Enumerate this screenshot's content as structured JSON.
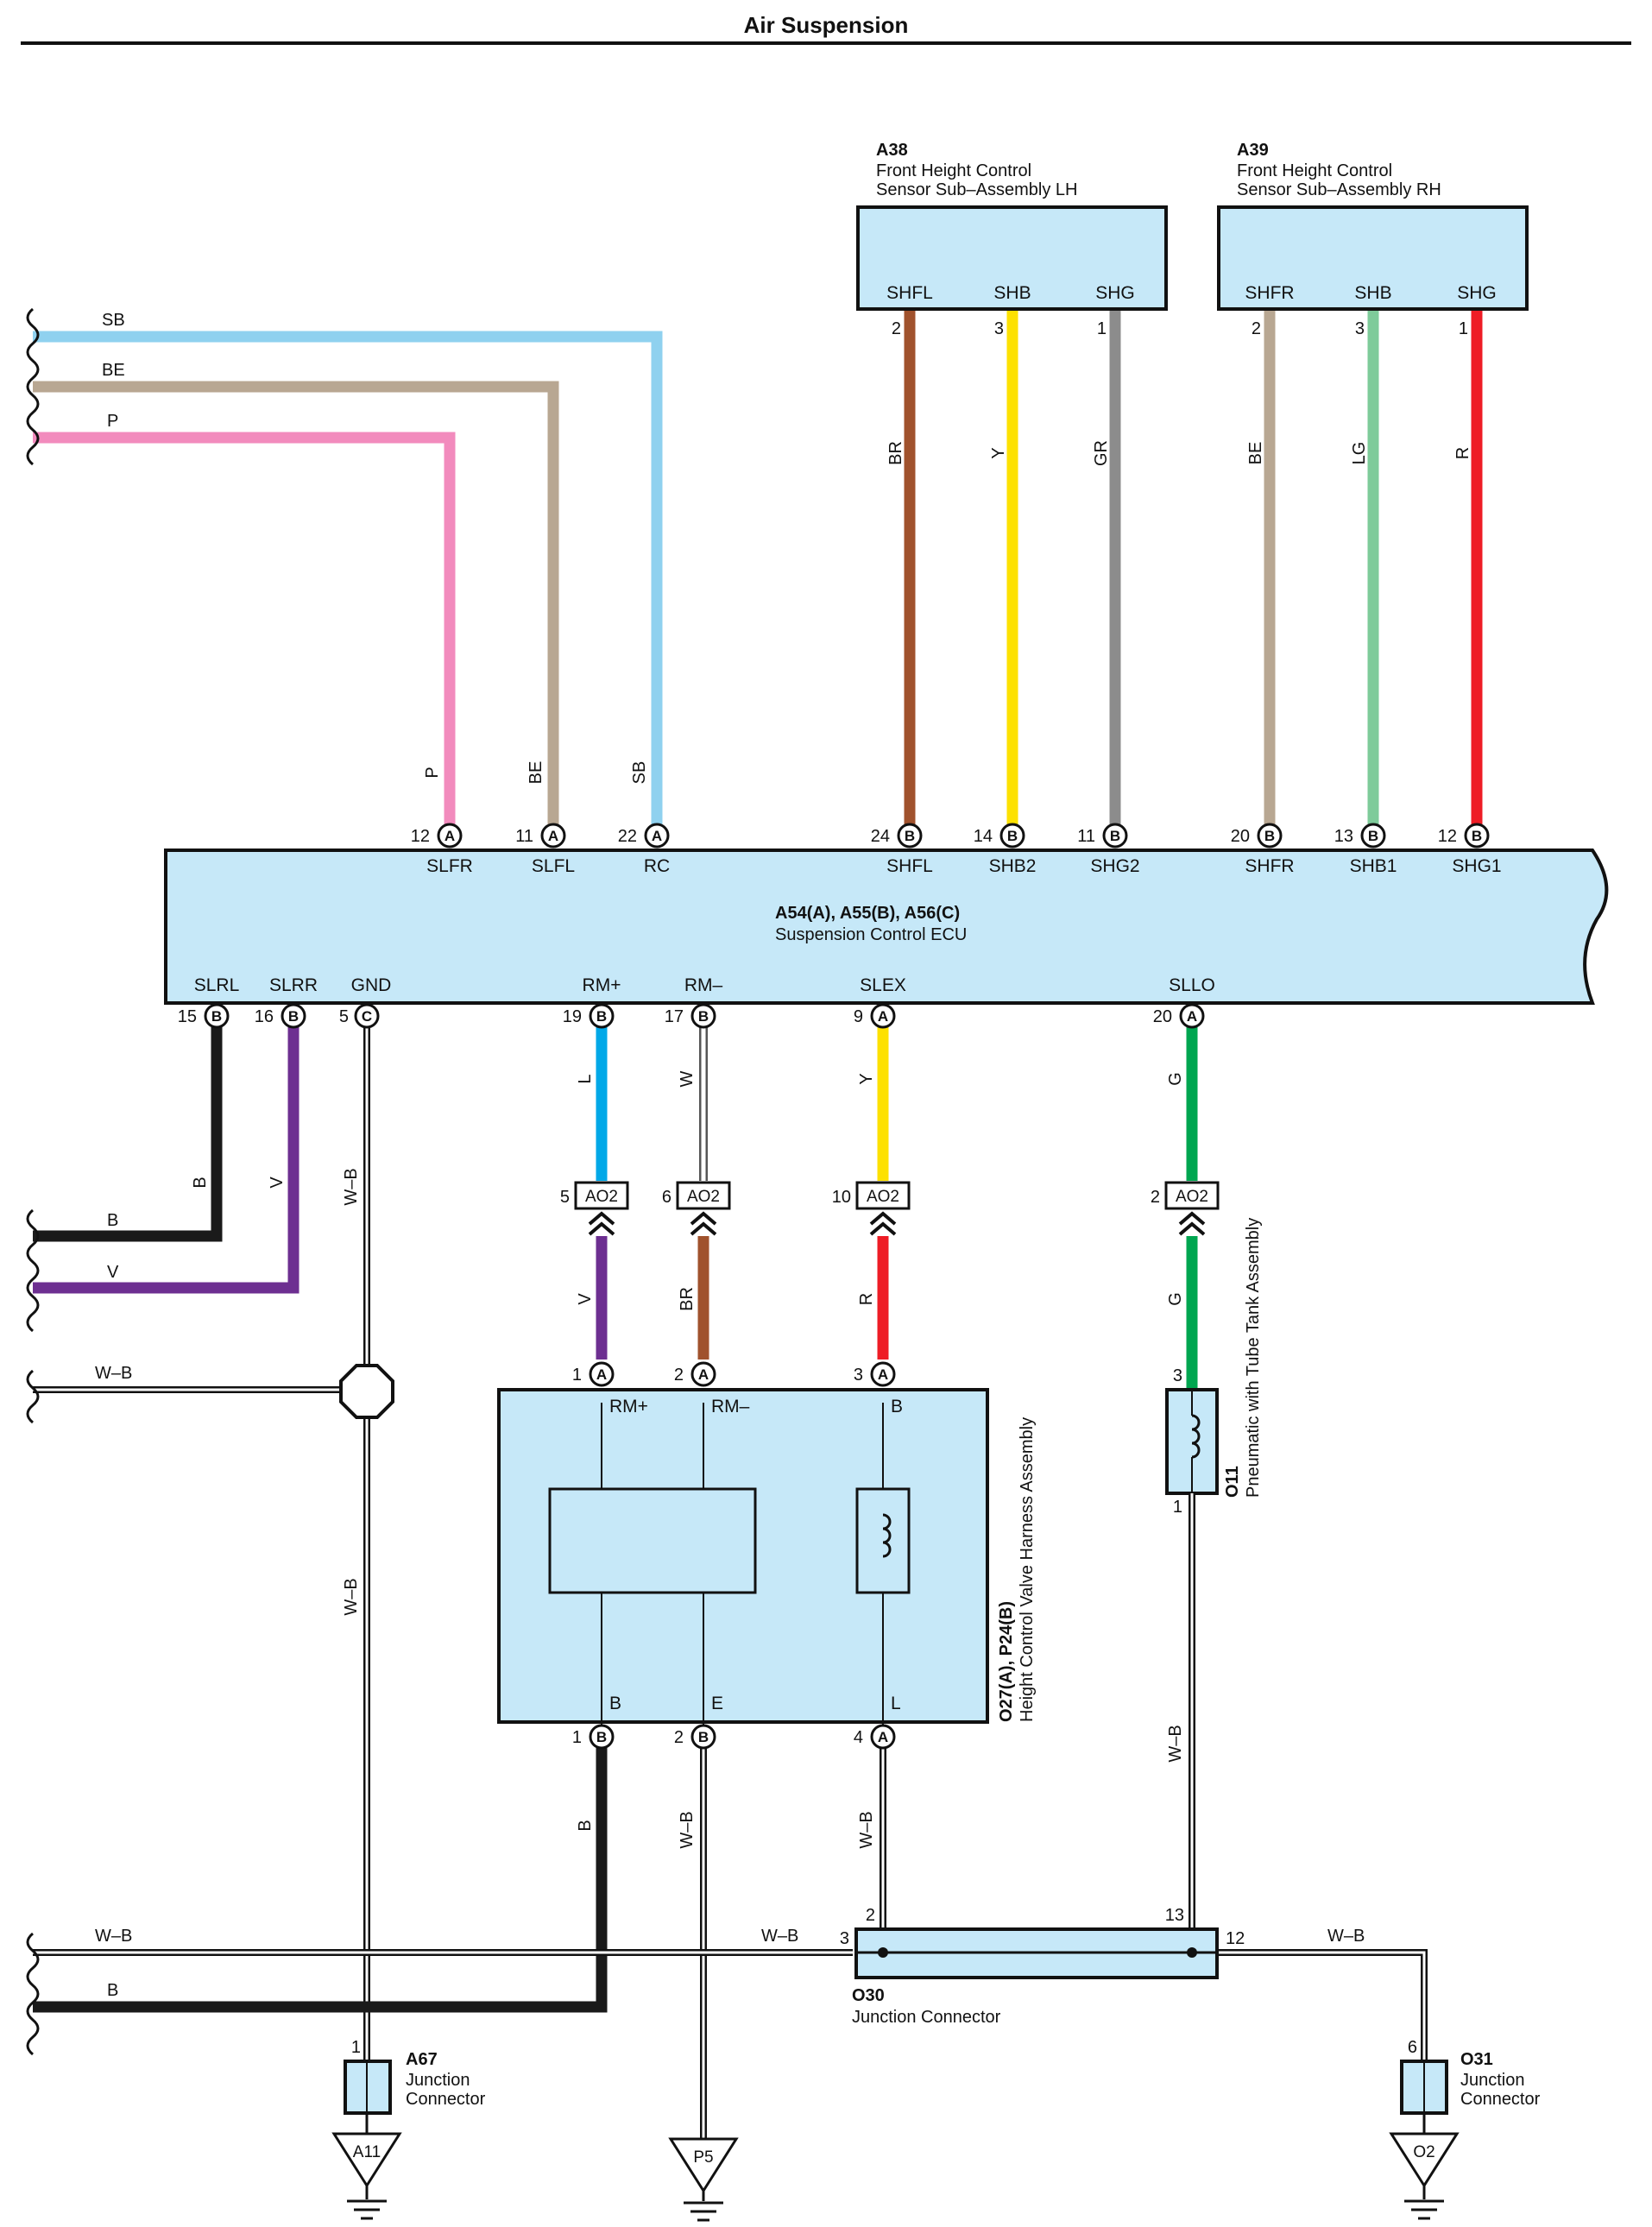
{
  "title": "Air Suspension",
  "components": {
    "ecu": {
      "code": "A54(A), A55(B), A56(C)",
      "name": "Suspension Control ECU"
    },
    "a38": {
      "code": "A38",
      "name_line1": "Front Height Control",
      "name_line2": "Sensor Sub–Assembly LH"
    },
    "a39": {
      "code": "A39",
      "name_line1": "Front Height Control",
      "name_line2": "Sensor Sub–Assembly RH"
    },
    "o27": {
      "code": "O27(A), P24(B)",
      "name": "Height Control Valve Harness Assembly"
    },
    "o11": {
      "code": "O11",
      "name": "Pneumatic with Tube Tank Assembly"
    },
    "o30": {
      "code": "O30",
      "name": "Junction Connector"
    },
    "a67": {
      "code": "A67",
      "name_line1": "Junction",
      "name_line2": "Connector"
    },
    "o31": {
      "code": "O31",
      "name_line1": "Junction",
      "name_line2": "Connector"
    }
  },
  "colors": {
    "SB": "#8fd1ef",
    "BE": "#b8a792",
    "P": "#f28bbd",
    "BR": "#a0522d",
    "Y": "#fde100",
    "GR": "#8c8c8c",
    "LG": "#7ecb9a",
    "R": "#ee1c25",
    "B": "#1a1a1a",
    "V": "#6d2f91",
    "L": "#00a8e8",
    "G": "#00a650",
    "box": "#c6e8f8"
  },
  "ecu_top_pins": [
    {
      "num": "12",
      "conn": "A",
      "sig": "SLFR",
      "wire": "P"
    },
    {
      "num": "11",
      "conn": "A",
      "sig": "SLFL",
      "wire": "BE"
    },
    {
      "num": "22",
      "conn": "A",
      "sig": "RC",
      "wire": "SB"
    },
    {
      "num": "24",
      "conn": "B",
      "sig": "SHFL",
      "wire": "BR"
    },
    {
      "num": "14",
      "conn": "B",
      "sig": "SHB2",
      "wire": "Y"
    },
    {
      "num": "11",
      "conn": "B",
      "sig": "SHG2",
      "wire": "GR"
    },
    {
      "num": "20",
      "conn": "B",
      "sig": "SHFR",
      "wire": "BE"
    },
    {
      "num": "13",
      "conn": "B",
      "sig": "SHB1",
      "wire": "LG"
    },
    {
      "num": "12",
      "conn": "B",
      "sig": "SHG1",
      "wire": "R"
    }
  ],
  "ecu_bottom_pins": [
    {
      "num": "15",
      "conn": "B",
      "sig": "SLRL",
      "wire": "B"
    },
    {
      "num": "16",
      "conn": "B",
      "sig": "SLRR",
      "wire": "V"
    },
    {
      "num": "5",
      "conn": "C",
      "sig": "GND",
      "wire": "W–B"
    },
    {
      "num": "19",
      "conn": "B",
      "sig": "RM+",
      "wire": "L"
    },
    {
      "num": "17",
      "conn": "B",
      "sig": "RM–",
      "wire": "W"
    },
    {
      "num": "9",
      "conn": "A",
      "sig": "SLEX",
      "wire": "Y"
    },
    {
      "num": "20",
      "conn": "A",
      "sig": "SLLO",
      "wire": "G"
    }
  ],
  "sensor_lh_pins": [
    {
      "name": "SHFL",
      "num": "2",
      "wire": "BR"
    },
    {
      "name": "SHB",
      "num": "3",
      "wire": "Y"
    },
    {
      "name": "SHG",
      "num": "1",
      "wire": "GR"
    }
  ],
  "sensor_rh_pins": [
    {
      "name": "SHFR",
      "num": "2",
      "wire": "BE"
    },
    {
      "name": "SHB",
      "num": "3",
      "wire": "LG"
    },
    {
      "name": "SHG",
      "num": "1",
      "wire": "R"
    }
  ],
  "left_leads_top": [
    "SB",
    "BE",
    "P"
  ],
  "left_leads_mid": [
    "B",
    "V"
  ],
  "left_lead_wb": "W–B",
  "left_leads_bottom": [
    "W–B",
    "B"
  ],
  "inline_connectors": [
    {
      "num": "5",
      "box": "AO2",
      "wire_below": "V"
    },
    {
      "num": "6",
      "box": "AO2",
      "wire_below": "BR"
    },
    {
      "num": "10",
      "box": "AO2",
      "wire_below": "R"
    },
    {
      "num": "2",
      "box": "AO2",
      "wire_below": "G"
    }
  ],
  "valve_pins_top": [
    {
      "num": "1",
      "conn": "A",
      "sig": "RM+"
    },
    {
      "num": "2",
      "conn": "A",
      "sig": "RM–"
    },
    {
      "num": "3",
      "conn": "A",
      "sig": "B"
    }
  ],
  "valve_pins_bottom": [
    {
      "num": "1",
      "conn": "B",
      "sig": "B",
      "wire": "B"
    },
    {
      "num": "2",
      "conn": "B",
      "sig": "E",
      "wire": "W–B"
    },
    {
      "num": "4",
      "conn": "A",
      "sig": "L",
      "wire": "W–B"
    }
  ],
  "o11_pins": {
    "top": "3",
    "bottom": "1",
    "wire_below": "W–B"
  },
  "o30_pins": {
    "left": "3",
    "top_left": "2",
    "top_right": "13",
    "right": "12",
    "wire_left": "W–B",
    "wire_right": "W–B"
  },
  "a67_pin": "1",
  "o31_pin": "6",
  "grounds": [
    "A11",
    "P5",
    "O2"
  ]
}
